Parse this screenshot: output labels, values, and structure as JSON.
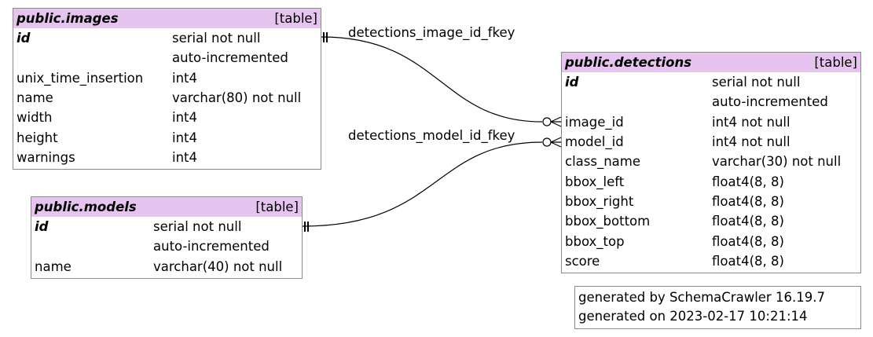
{
  "tables": {
    "images": {
      "name": "public.images",
      "kind": "[table]",
      "columns": [
        {
          "name": "id",
          "type": "serial not null",
          "pk": true
        },
        {
          "name": "",
          "type": "auto-incremented",
          "pk": false
        },
        {
          "name": "unix_time_insertion",
          "type": "int4",
          "pk": false
        },
        {
          "name": "name",
          "type": "varchar(80) not null",
          "pk": false
        },
        {
          "name": "width",
          "type": "int4",
          "pk": false
        },
        {
          "name": "height",
          "type": "int4",
          "pk": false
        },
        {
          "name": "warnings",
          "type": "int4",
          "pk": false
        }
      ]
    },
    "models": {
      "name": "public.models",
      "kind": "[table]",
      "columns": [
        {
          "name": "id",
          "type": "serial not null",
          "pk": true
        },
        {
          "name": "",
          "type": "auto-incremented",
          "pk": false
        },
        {
          "name": "name",
          "type": "varchar(40) not null",
          "pk": false
        }
      ]
    },
    "detections": {
      "name": "public.detections",
      "kind": "[table]",
      "columns": [
        {
          "name": "id",
          "type": "serial not null",
          "pk": true
        },
        {
          "name": "",
          "type": "auto-incremented",
          "pk": false
        },
        {
          "name": "image_id",
          "type": "int4 not null",
          "pk": false
        },
        {
          "name": "model_id",
          "type": "int4 not null",
          "pk": false
        },
        {
          "name": "class_name",
          "type": "varchar(30) not null",
          "pk": false
        },
        {
          "name": "bbox_left",
          "type": "float4(8, 8)",
          "pk": false
        },
        {
          "name": "bbox_right",
          "type": "float4(8, 8)",
          "pk": false
        },
        {
          "name": "bbox_bottom",
          "type": "float4(8, 8)",
          "pk": false
        },
        {
          "name": "bbox_top",
          "type": "float4(8, 8)",
          "pk": false
        },
        {
          "name": "score",
          "type": "float4(8, 8)",
          "pk": false
        }
      ]
    }
  },
  "relationships": {
    "image_fk": "detections_image_id_fkey",
    "model_fk": "detections_model_id_fkey"
  },
  "footer": {
    "line1": "generated by SchemaCrawler 16.19.7",
    "line2": "generated on 2023-02-17 10:21:14"
  }
}
